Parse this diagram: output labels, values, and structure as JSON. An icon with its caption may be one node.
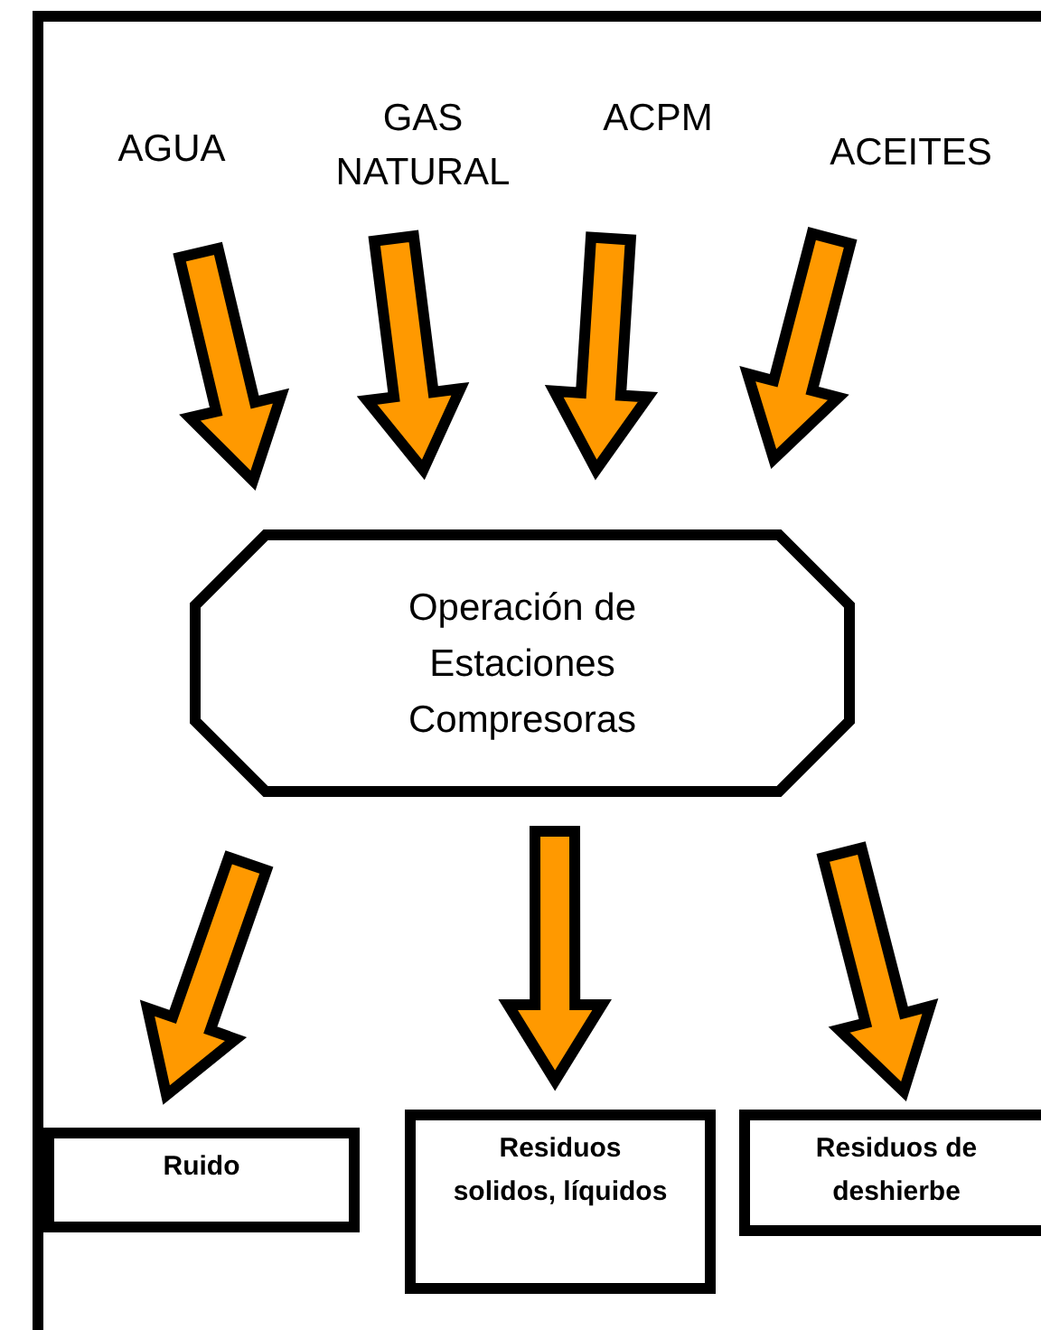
{
  "diagram": {
    "nodes": [
      {
        "text": [
          "AGUA"
        ]
      },
      {
        "text": [
          "GAS NATURAL"
        ]
      },
      {
        "text": [
          "ACPM"
        ]
      },
      {
        "text": [
          "ACEITES"
        ]
      },
      {
        "text": [
          "Operación de Estaciones Compresoras"
        ]
      },
      {
        "text": [
          "Ruido"
        ]
      },
      {
        "text": [
          "Residuos solidos, líquidos"
        ]
      },
      {
        "text": [
          "Residuos de deshierbe"
        ]
      }
    ],
    "edges": [
      {
        "from": 0,
        "to": 4,
        "arrow": "to"
      },
      {
        "from": 1,
        "to": 4,
        "arrow": "to"
      },
      {
        "from": 2,
        "to": 4,
        "arrow": "to"
      },
      {
        "from": 3,
        "to": 4,
        "arrow": "to"
      },
      {
        "from": 4,
        "to": 5,
        "arrow": "to"
      },
      {
        "from": 4,
        "to": 6,
        "arrow": "to"
      },
      {
        "from": 4,
        "to": 7,
        "arrow": "to"
      }
    ]
  }
}
